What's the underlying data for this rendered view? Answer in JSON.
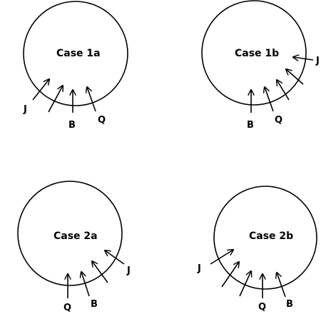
{
  "cases": [
    {
      "title": "Case 1a",
      "labels": [
        "J",
        "B",
        "Q"
      ]
    },
    {
      "title": "Case 1b",
      "labels": [
        "J",
        "B",
        "Q"
      ]
    },
    {
      "title": "Case 2a",
      "labels": [
        "J",
        "Q",
        "B"
      ]
    },
    {
      "title": "Case 2b",
      "labels": [
        "J",
        "Q",
        "B"
      ]
    }
  ]
}
